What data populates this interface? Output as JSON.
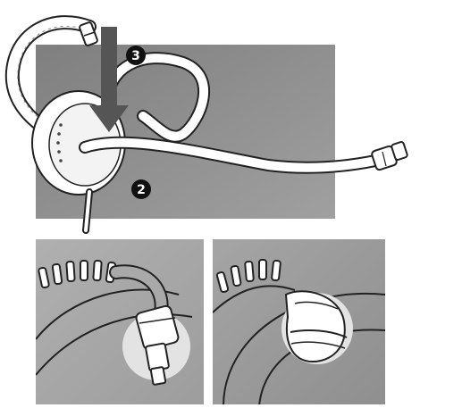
{
  "steps": {
    "step_2": "2",
    "step_3": "3"
  },
  "colors": {
    "panel_top": "#8f8f8f",
    "panel_bottom_left": "#a9a9a9",
    "panel_bottom_right": "#9a9a9a",
    "arrow": "#555555",
    "outline": "#222222",
    "highlight": "#e3e3e3"
  },
  "icons": {
    "main": "headset-illustration",
    "arrow": "arrow-down-icon",
    "detail_left": "earpiece-connector-detail",
    "detail_right": "earpiece-clip-detail"
  }
}
